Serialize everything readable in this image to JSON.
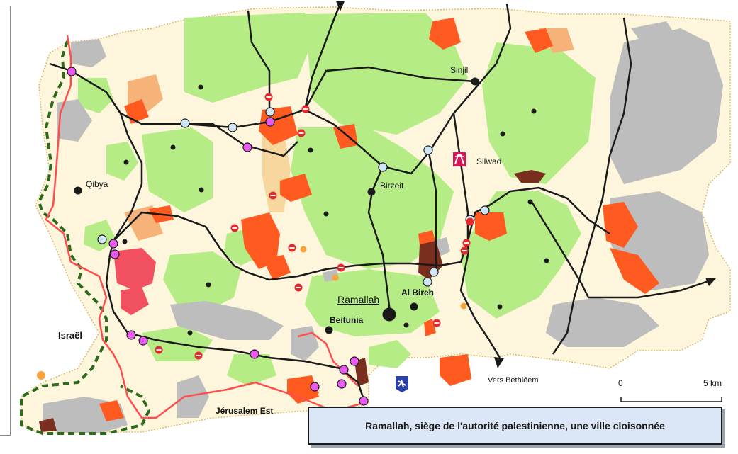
{
  "caption": "Ramallah, siège de l'autorité palestinienne, une ville cloisonnée",
  "places": {
    "sinjil": "Sinjil",
    "silwad": "Silwad",
    "qibya": "Qibya",
    "birzeit": "Birzeit",
    "ramallah": "Ramallah",
    "al_bireh": "Al Bireh",
    "beitunia": "Beitunia",
    "israel": "Israël",
    "jerusalem_est": "Jérusalem Est",
    "vers_bethleem": "Vers Bethléem"
  },
  "scale": {
    "start": "0",
    "end": "5 km"
  },
  "colors": {
    "land": "#fdf6dc",
    "palestinian_area": "#b6ec86",
    "settlement_built": "#ff5a1f",
    "settlement_zone": "#f5b37a",
    "israeli_military": "#bdbdbd",
    "road": "#1a1a1a",
    "bypass_road": "#ff4d4d",
    "checkpoint_open": "#cfe6f7",
    "checkpoint_closed": "#e85af0",
    "green_line": "#2b6b1a",
    "sea_frame": "#ffffff"
  },
  "icons": {
    "airport": "airport-icon",
    "highway": "highway-icon",
    "roadblock": "no-entry-icon"
  }
}
